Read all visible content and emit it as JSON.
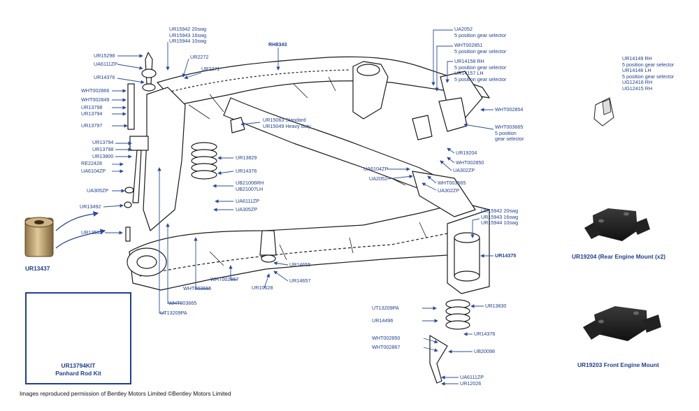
{
  "labels": {
    "ur15942_top": "UR15942 20swg\nUR15943 16swg\nUR15944 10swg",
    "ur15298": "UR15298",
    "ua6111zp_top": "UA6111ZP",
    "ur14376_top": "UR14376",
    "ur2272": "UR2272",
    "ur2271": "UR2271",
    "rh8343": "RH8343",
    "wht002866": "WHT002866",
    "wht002849": "WHT002849",
    "ur13798_top": "UR13798",
    "ur13794_top": "UR13794",
    "ur13797": "UR13797",
    "ur15063": "UR15063 Standard\nUR15049 Heavy duty",
    "ur13794_mid": "UR13794",
    "ur13798_mid": "UR13798",
    "ur13800": "UR13800",
    "re22428": "RE22428",
    "ua6104zp_left": "UA6104ZP",
    "ua305zp_left": "UA305ZP",
    "ur13492": "UR13492",
    "ur13502": "UR13502",
    "ur13829": "UR13829",
    "ur14376_mid": "UR14376",
    "ub21006": "UB21006RH\nUB21007LH",
    "ua6111zp_mid": "UA6111ZP",
    "ua305zp_mid": "UA305ZP",
    "ua2052_top": "UA2052\n5 position gear selector",
    "wht002851": "WHT002851\n5 position gear selector",
    "ur14158": "UR14158 RH\n5 position gear selector\nUR14157 LH\n5 position gear selector",
    "wht002854": "WHT002854",
    "wht003665_right": "WHT003665\n5 position\ngear selector",
    "ur19204_lbl": "UR19204",
    "wht002850_mid": "WHT002850",
    "ua302zp_a": "UA302ZP",
    "ua6104zp_mid": "UA6104ZP",
    "ua2052_mid": "UA2052",
    "wht003665_mid": "WHT003665",
    "ua302zp_b": "UA302ZP",
    "ur14149": "UR14149 RH\n5 position gear selector\nUR14146 LH\n5 position gear selector\nUG12416 RH\nUG12415 RH",
    "ur15942_right": "UR15942 20swg\nUR15943 16swg\nUR15944 10swg",
    "ur14375": "UR14375",
    "ur14655": "UR14655",
    "ur14657": "UR14657",
    "ur10628": "UR10628",
    "wht002867_mid": "WHT002867",
    "wht003665_low": "WHT003665",
    "wht003665_bot": "WHT003665",
    "ut13209pa_left": "UT13209PA",
    "ut13209pa_right": "UT13209PA",
    "ur13830": "UR13830",
    "ur14496": "UR14496",
    "ur14376_low": "UR14376",
    "wht002850_low": "WHT002850",
    "wht002867_low": "WHT002867",
    "ub20098": "UB20098",
    "ua6111zp_low": "UA6111ZP",
    "ur12026": "UR12026"
  },
  "captions": {
    "ur13437": "UR13437",
    "kit": "UR13794KIT\nPanhard Rod Kit",
    "rear_mount": "UR19204 (Rear Engine Mount (x2)",
    "front_mount": "UR19203 Front Engine Mount"
  },
  "footer": "Images reproduced permission of Bentley Motors Limited ©Bentley Motors Limited",
  "colors": {
    "label": "#1f3f8f",
    "leader": "#2b4c9b",
    "drawing": "#1a1a1a",
    "bushing": "#b89a6a",
    "kit_border": "#1f3f8f"
  }
}
